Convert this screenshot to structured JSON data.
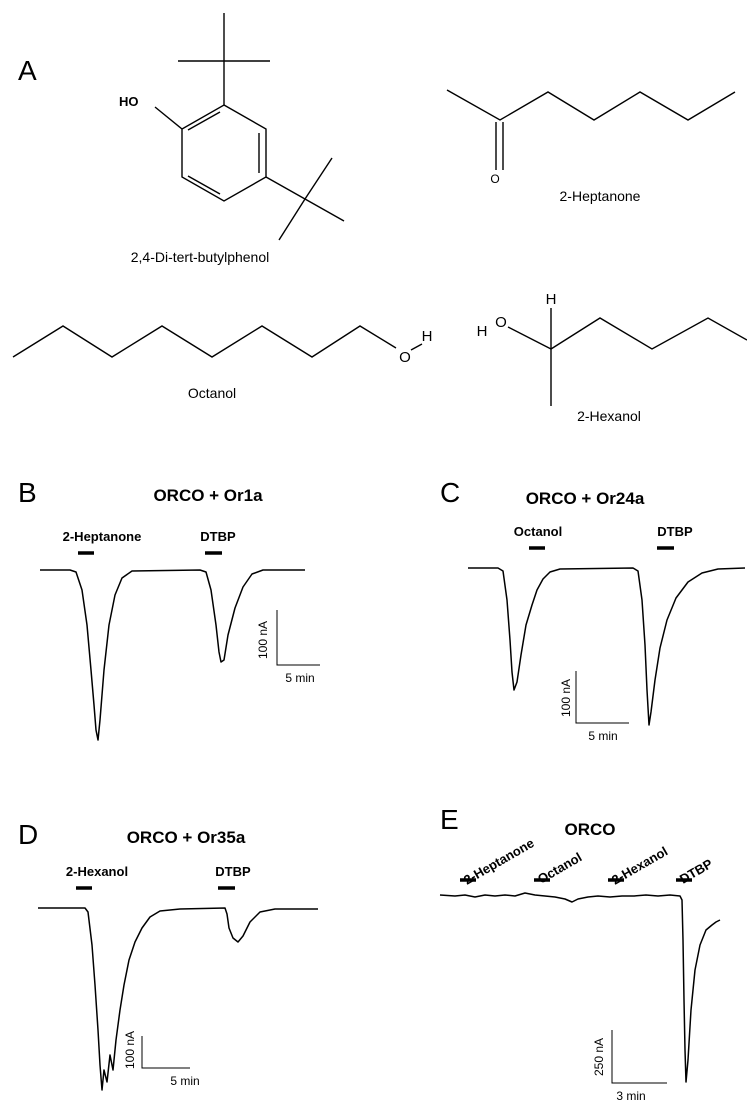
{
  "panels": {
    "A": {
      "letter": "A",
      "dtbp": {
        "name": "2,4-Di-tert-butylphenol",
        "atom": "HO"
      },
      "heptanone": {
        "name": "2-Heptanone",
        "atom": "O"
      },
      "octanol": {
        "name": "Octanol",
        "atom_o": "O",
        "atom_h": "H"
      },
      "hexanol": {
        "name": "2-Hexanol",
        "atom_h_top": "H",
        "atom_h": "H",
        "atom_o": "O"
      }
    },
    "B": {
      "letter": "B",
      "title": "ORCO + Or1a",
      "stimuli": [
        "2-Heptanone",
        "DTBP"
      ],
      "scale_y": "100 nA",
      "scale_x": "5 min"
    },
    "C": {
      "letter": "C",
      "title": "ORCO + Or24a",
      "stimuli": [
        "Octanol",
        "DTBP"
      ],
      "scale_y": "100 nA",
      "scale_x": "5 min"
    },
    "D": {
      "letter": "D",
      "title": "ORCO + Or35a",
      "stimuli": [
        "2-Hexanol",
        "DTBP"
      ],
      "scale_y": "100 nA",
      "scale_x": "5 min"
    },
    "E": {
      "letter": "E",
      "title": "ORCO",
      "stimuli": [
        "2-Heptanone",
        "Octanol",
        "2-Hexanol",
        "DTBP"
      ],
      "scale_y": "250 nA",
      "scale_x": "3 min"
    }
  }
}
